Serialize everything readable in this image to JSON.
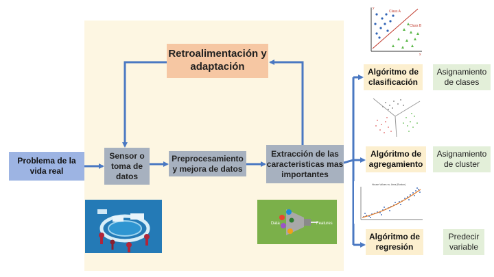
{
  "nodes": {
    "problem": "Problema de la vida real",
    "sensor": "Sensor o toma de datos",
    "preproc": "Preprocesamiento y mejora de datos",
    "extract": "Extracción de las caracteristicas mas importantes",
    "feedback": "Retroalimentación y adaptación"
  },
  "algorithms": [
    {
      "label": "Algóritmo de clasificación",
      "result": "Asignamiento de clases"
    },
    {
      "label": "Algóritmo de agregamiento",
      "result": "Asignamiento de cluster"
    },
    {
      "label": "Algóritmo de regresión",
      "result": "Predecir variable"
    }
  ],
  "thumbnails": {
    "classification": {
      "class_a": "Class A",
      "class_b": "Class B",
      "x_axis": "x",
      "y_axis": "y"
    },
    "regression": {
      "title": "House Values vs. Area (Boston)"
    },
    "features": {
      "data": "Data",
      "features": "Features"
    }
  },
  "colors": {
    "arrow": "#4a78c2",
    "problem": "#9db4e3",
    "process": "#a7b1bf",
    "feedback": "#f6c7a3",
    "algorithm": "#fcefcf",
    "result": "#e3efd9",
    "panel": "#fdf6e2"
  }
}
